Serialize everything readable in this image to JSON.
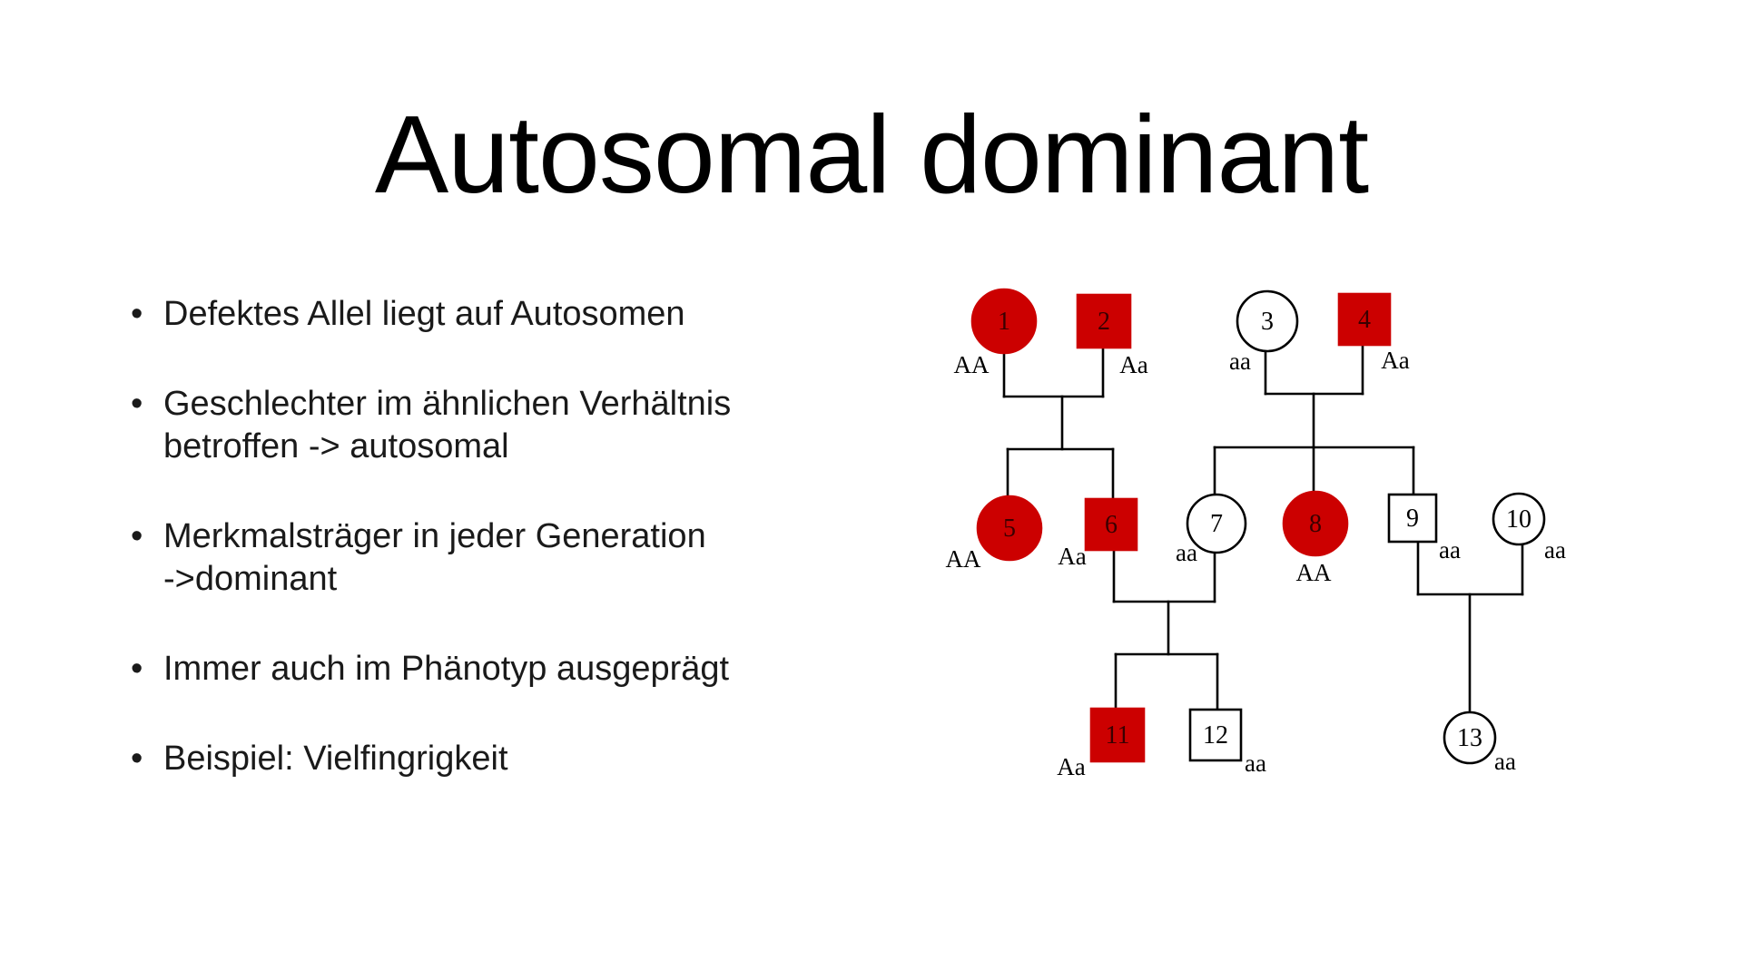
{
  "slide": {
    "title": "Autosomal dominant",
    "bullets": [
      {
        "lines": [
          "Defektes Allel liegt auf Autosomen"
        ]
      },
      {
        "lines": [
          "Geschlechter im ähnlichen Verhältnis",
          "betroffen -> autosomal"
        ]
      },
      {
        "lines": [
          "Merkmalsträger in jeder Generation",
          "->dominant"
        ]
      },
      {
        "lines": [
          "Immer auch im Phänotyp ausgeprägt"
        ]
      },
      {
        "lines": [
          "Beispiel: Vielfingrigkeit"
        ]
      }
    ],
    "bullet_char": "•"
  },
  "pedigree": {
    "affected_color": "#cc0000",
    "line_color": "#000000",
    "individuals": [
      {
        "id": "1",
        "sex": "female",
        "affected": true,
        "genotype": "AA"
      },
      {
        "id": "2",
        "sex": "male",
        "affected": true,
        "genotype": "Aa"
      },
      {
        "id": "3",
        "sex": "female",
        "affected": false,
        "genotype": "aa"
      },
      {
        "id": "4",
        "sex": "male",
        "affected": true,
        "genotype": "Aa"
      },
      {
        "id": "5",
        "sex": "female",
        "affected": true,
        "genotype": "AA"
      },
      {
        "id": "6",
        "sex": "male",
        "affected": true,
        "genotype": "Aa"
      },
      {
        "id": "7",
        "sex": "female",
        "affected": false,
        "genotype": "aa"
      },
      {
        "id": "8",
        "sex": "female",
        "affected": true,
        "genotype": "AA"
      },
      {
        "id": "9",
        "sex": "male",
        "affected": false,
        "genotype": "aa"
      },
      {
        "id": "10",
        "sex": "female",
        "affected": false,
        "genotype": "aa"
      },
      {
        "id": "11",
        "sex": "male",
        "affected": true,
        "genotype": "Aa"
      },
      {
        "id": "12",
        "sex": "male",
        "affected": false,
        "genotype": "aa"
      },
      {
        "id": "13",
        "sex": "female",
        "affected": false,
        "genotype": "aa"
      }
    ],
    "matings": [
      {
        "parents": [
          "1",
          "2"
        ],
        "children": [
          "5",
          "6"
        ]
      },
      {
        "parents": [
          "3",
          "4"
        ],
        "children": [
          "7",
          "8",
          "9"
        ]
      },
      {
        "parents": [
          "6",
          "7"
        ],
        "children": [
          "11",
          "12"
        ]
      },
      {
        "parents": [
          "9",
          "10"
        ],
        "children": [
          "13"
        ]
      }
    ]
  }
}
